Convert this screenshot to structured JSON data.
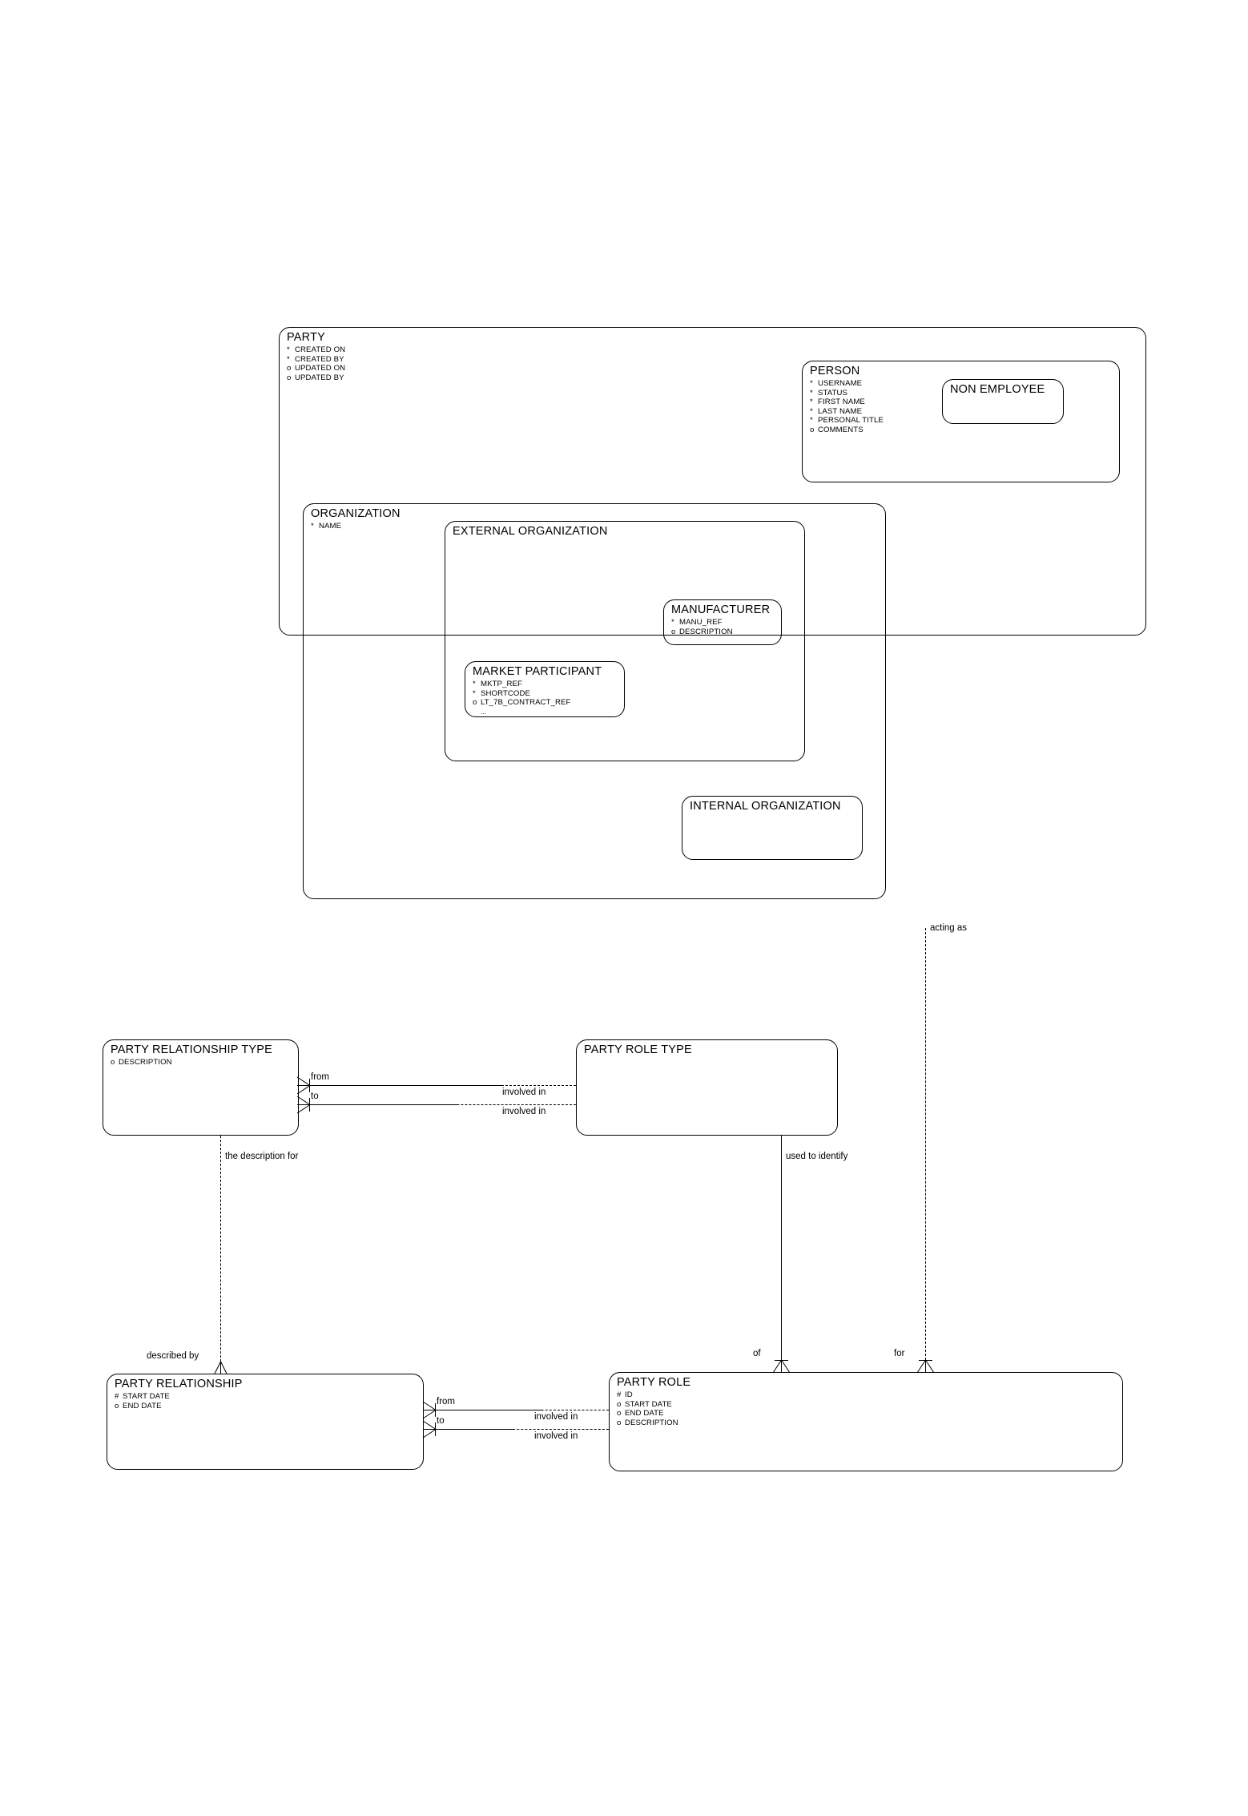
{
  "diagram": {
    "title": "Party Entity Relationship Diagram",
    "notation": "barker-er",
    "line_color": "#000000",
    "background": "#ffffff",
    "marks": {
      "mandatory": "*",
      "optional": "o",
      "unique_identifier": "#",
      "more_attributes": "..."
    }
  },
  "entities": {
    "party": {
      "name": "PARTY",
      "attributes": [
        {
          "mark": "*",
          "label": "CREATED ON"
        },
        {
          "mark": "*",
          "label": "CREATED BY"
        },
        {
          "mark": "o",
          "label": "UPDATED ON"
        },
        {
          "mark": "o",
          "label": "UPDATED BY"
        }
      ]
    },
    "person": {
      "name": "PERSON",
      "attributes": [
        {
          "mark": "*",
          "label": "USERNAME"
        },
        {
          "mark": "*",
          "label": "STATUS"
        },
        {
          "mark": "*",
          "label": "FIRST NAME"
        },
        {
          "mark": "*",
          "label": "LAST NAME"
        },
        {
          "mark": "*",
          "label": "PERSONAL TITLE"
        },
        {
          "mark": "o",
          "label": "COMMENTS"
        }
      ]
    },
    "non_employee": {
      "name": "NON EMPLOYEE",
      "attributes": []
    },
    "organization": {
      "name": "ORGANIZATION",
      "attributes": [
        {
          "mark": "*",
          "label": "NAME"
        }
      ]
    },
    "external_organization": {
      "name": "EXTERNAL ORGANIZATION",
      "attributes": []
    },
    "manufacturer": {
      "name": "MANUFACTURER",
      "attributes": [
        {
          "mark": "*",
          "label": "MANU_REF"
        },
        {
          "mark": "o",
          "label": "DESCRIPTION"
        }
      ]
    },
    "market_participant": {
      "name": "MARKET PARTICIPANT",
      "attributes": [
        {
          "mark": "*",
          "label": "MKTP_REF"
        },
        {
          "mark": "*",
          "label": "SHORTCODE"
        },
        {
          "mark": "o",
          "label": "LT_7B_CONTRACT_REF"
        },
        {
          "mark": "",
          "label": "..."
        }
      ]
    },
    "internal_organization": {
      "name": "INTERNAL ORGANIZATION",
      "attributes": []
    },
    "party_relationship_type": {
      "name": "PARTY RELATIONSHIP TYPE",
      "attributes": [
        {
          "mark": "o",
          "label": "DESCRIPTION"
        }
      ]
    },
    "party_role_type": {
      "name": "PARTY ROLE TYPE",
      "attributes": []
    },
    "party_relationship": {
      "name": "PARTY RELATIONSHIP",
      "attributes": [
        {
          "mark": "#",
          "label": "START DATE"
        },
        {
          "mark": "o",
          "label": "END DATE"
        }
      ]
    },
    "party_role": {
      "name": "PARTY ROLE",
      "attributes": [
        {
          "mark": "#",
          "label": "ID"
        },
        {
          "mark": "o",
          "label": "START DATE"
        },
        {
          "mark": "o",
          "label": "END DATE"
        },
        {
          "mark": "o",
          "label": "DESCRIPTION"
        }
      ]
    }
  },
  "relationships": [
    {
      "id": "party-acting-as-party-role",
      "from": "PARTY",
      "to": "PARTY ROLE",
      "from_label": "acting as",
      "to_label": "for"
    },
    {
      "id": "prt-from-prtype",
      "from": "PARTY RELATIONSHIP TYPE",
      "to": "PARTY ROLE TYPE",
      "from_label": "from",
      "to_label": "involved in"
    },
    {
      "id": "prt-to-prtype",
      "from": "PARTY RELATIONSHIP TYPE",
      "to": "PARTY ROLE TYPE",
      "from_label": "to",
      "to_label": "involved in"
    },
    {
      "id": "prtype-describes-pr",
      "from": "PARTY RELATIONSHIP TYPE",
      "to": "PARTY RELATIONSHIP",
      "from_label": "the description for",
      "to_label": "described by"
    },
    {
      "id": "prole-type-identifies-prole",
      "from": "PARTY ROLE TYPE",
      "to": "PARTY ROLE",
      "from_label": "used to identify",
      "to_label": "of"
    },
    {
      "id": "pr-from-prole",
      "from": "PARTY RELATIONSHIP",
      "to": "PARTY ROLE",
      "from_label": "from",
      "to_label": "involved in"
    },
    {
      "id": "pr-to-prole",
      "from": "PARTY RELATIONSHIP",
      "to": "PARTY ROLE",
      "from_label": "to",
      "to_label": "involved in"
    }
  ],
  "labels": {
    "acting_as": "acting as",
    "for": "for",
    "of": "of",
    "used_to_identify": "used to identify",
    "the_description_for": "the description for",
    "described_by": "described by",
    "from": "from",
    "to": "to",
    "involved_in": "involved in"
  }
}
